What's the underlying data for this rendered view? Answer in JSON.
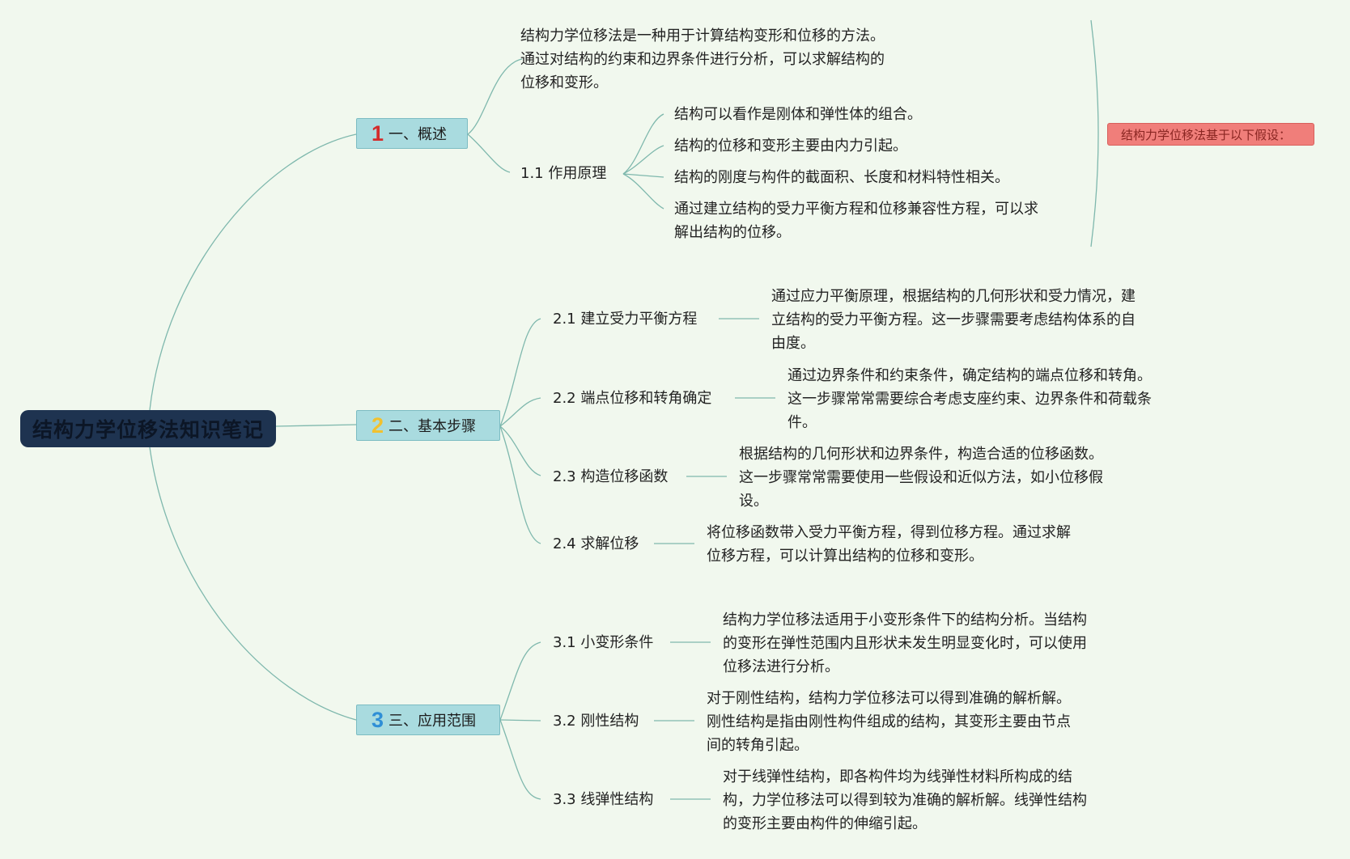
{
  "root": {
    "title": "结构力学位移法知识笔记"
  },
  "colors": {
    "num1": "#d42b2b",
    "num2": "#f2c12e",
    "num3": "#2f8fd6",
    "line": "#7fb8ad"
  },
  "branches": [
    {
      "num": "1",
      "label": "一、概述",
      "intro": "结构力学位移法是一种用于计算结构变形和位移的方法。\n通过对结构的约束和边界条件进行分析，可以求解结构的\n位移和变形。",
      "subs": [
        {
          "label": "1.1 作用原理",
          "leaves": [
            "结构可以看作是刚体和弹性体的组合。",
            "结构的位移和变形主要由内力引起。",
            "结构的刚度与构件的截面积、长度和材料特性相关。",
            "通过建立结构的受力平衡方程和位移兼容性方程，可以求\n解出结构的位移。"
          ]
        }
      ],
      "note": "结构力学位移法基于以下假设："
    },
    {
      "num": "2",
      "label": "二、基本步骤",
      "subs": [
        {
          "label": "2.1 建立受力平衡方程",
          "leaf": "通过应力平衡原理，根据结构的几何形状和受力情况，建\n立结构的受力平衡方程。这一步骤需要考虑结构体系的自\n由度。"
        },
        {
          "label": "2.2 端点位移和转角确定",
          "leaf": "通过边界条件和约束条件，确定结构的端点位移和转角。\n这一步骤常常需要综合考虑支座约束、边界条件和荷载条\n件。"
        },
        {
          "label": "2.3 构造位移函数",
          "leaf": "根据结构的几何形状和边界条件，构造合适的位移函数。\n这一步骤常常需要使用一些假设和近似方法，如小位移假\n设。"
        },
        {
          "label": "2.4 求解位移",
          "leaf": "将位移函数带入受力平衡方程，得到位移方程。通过求解\n位移方程，可以计算出结构的位移和变形。"
        }
      ]
    },
    {
      "num": "3",
      "label": "三、应用范围",
      "subs": [
        {
          "label": "3.1 小变形条件",
          "leaf": "结构力学位移法适用于小变形条件下的结构分析。当结构\n的变形在弹性范围内且形状未发生明显变化时，可以使用\n位移法进行分析。"
        },
        {
          "label": "3.2 刚性结构",
          "leaf": "对于刚性结构，结构力学位移法可以得到准确的解析解。\n刚性结构是指由刚性构件组成的结构，其变形主要由节点\n间的转角引起。"
        },
        {
          "label": "3.3 线弹性结构",
          "leaf": "对于线弹性结构，即各构件均为线弹性材料所构成的结\n构，力学位移法可以得到较为准确的解析解。线弹性结构\n的变形主要由构件的伸缩引起。"
        }
      ]
    }
  ]
}
